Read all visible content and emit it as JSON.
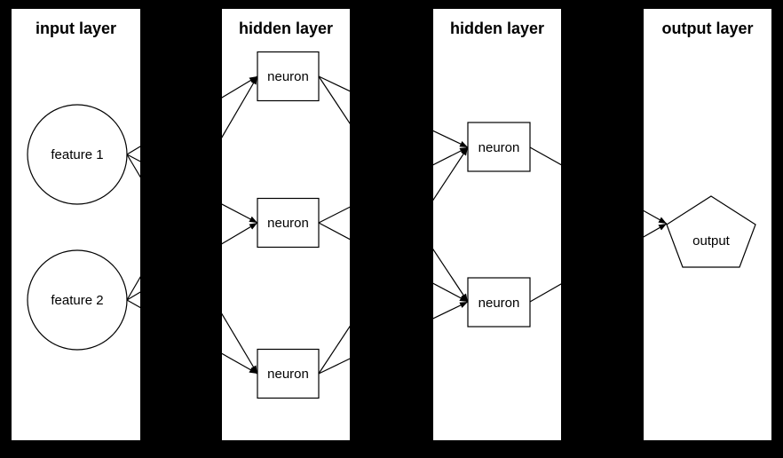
{
  "diagram": {
    "type": "neural-network",
    "colors": {
      "background": "#000000",
      "panel": "#ffffff",
      "stroke": "#000000",
      "text": "#000000"
    },
    "layers": [
      {
        "title": "input layer",
        "nodes": [
          {
            "label": "feature 1",
            "shape": "circle"
          },
          {
            "label": "feature 2",
            "shape": "circle"
          }
        ]
      },
      {
        "title": "hidden layer",
        "nodes": [
          {
            "label": "neuron",
            "shape": "rectangle"
          },
          {
            "label": "neuron",
            "shape": "rectangle"
          },
          {
            "label": "neuron",
            "shape": "rectangle"
          }
        ]
      },
      {
        "title": "hidden layer",
        "nodes": [
          {
            "label": "neuron",
            "shape": "rectangle"
          },
          {
            "label": "neuron",
            "shape": "rectangle"
          }
        ]
      },
      {
        "title": "output layer",
        "nodes": [
          {
            "label": "output",
            "shape": "pentagon"
          }
        ]
      }
    ],
    "connections": [
      {
        "from": "input.feature1",
        "to": "hidden1.neuron1"
      },
      {
        "from": "input.feature1",
        "to": "hidden1.neuron2"
      },
      {
        "from": "input.feature1",
        "to": "hidden1.neuron3"
      },
      {
        "from": "input.feature2",
        "to": "hidden1.neuron1"
      },
      {
        "from": "input.feature2",
        "to": "hidden1.neuron2"
      },
      {
        "from": "input.feature2",
        "to": "hidden1.neuron3"
      },
      {
        "from": "hidden1.neuron1",
        "to": "hidden2.neuron1"
      },
      {
        "from": "hidden1.neuron1",
        "to": "hidden2.neuron2"
      },
      {
        "from": "hidden1.neuron2",
        "to": "hidden2.neuron1"
      },
      {
        "from": "hidden1.neuron2",
        "to": "hidden2.neuron2"
      },
      {
        "from": "hidden1.neuron3",
        "to": "hidden2.neuron1"
      },
      {
        "from": "hidden1.neuron3",
        "to": "hidden2.neuron2"
      },
      {
        "from": "hidden2.neuron1",
        "to": "output.output"
      },
      {
        "from": "hidden2.neuron2",
        "to": "output.output"
      }
    ]
  }
}
